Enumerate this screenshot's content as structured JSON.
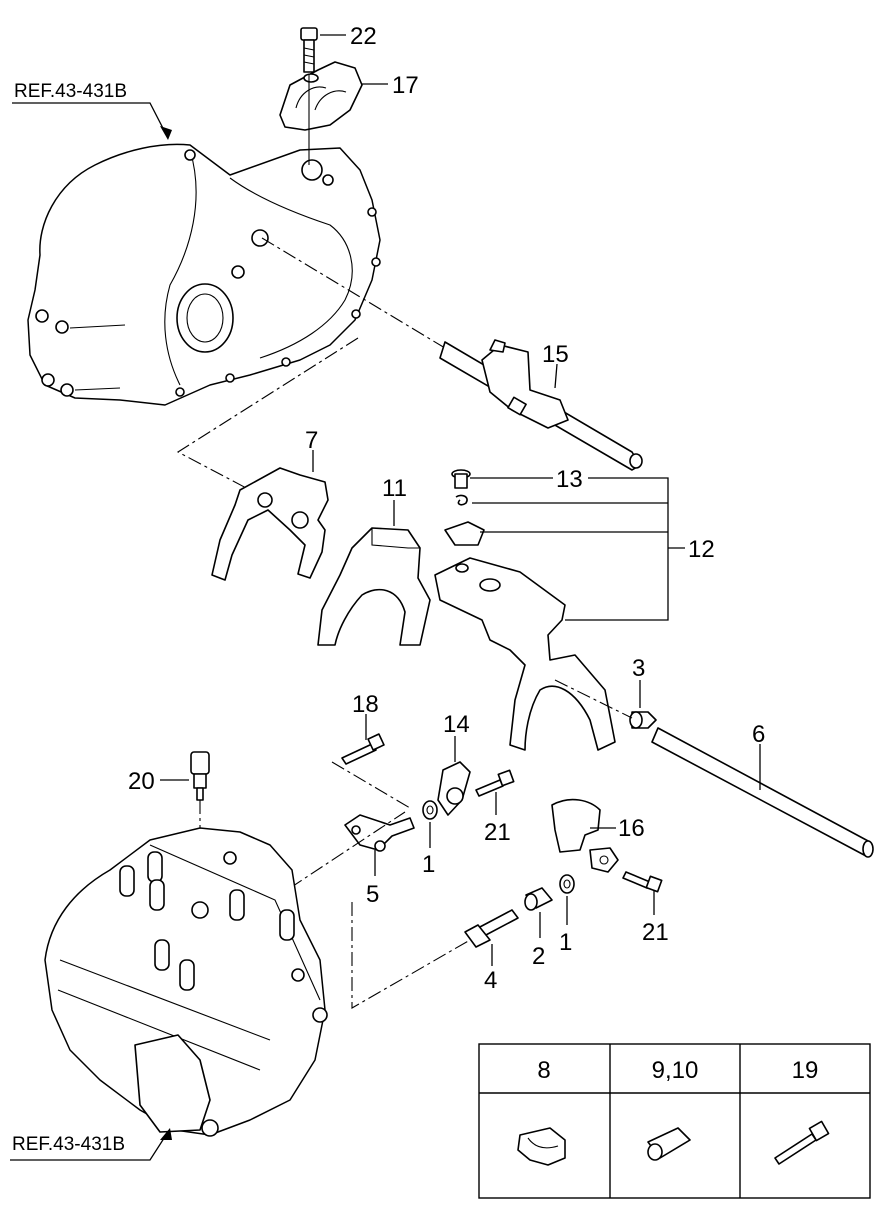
{
  "refs": {
    "top": "REF.43-431B",
    "bottom": "REF.43-431B"
  },
  "labels": {
    "p1a": "1",
    "p1b": "1",
    "p2": "2",
    "p3": "3",
    "p4": "4",
    "p5": "5",
    "p6": "6",
    "p7": "7",
    "p11": "11",
    "p12": "12",
    "p13": "13",
    "p14": "14",
    "p15": "15",
    "p16": "16",
    "p17": "17",
    "p18": "18",
    "p20": "20",
    "p21a": "21",
    "p21b": "21",
    "p22": "22"
  },
  "table": {
    "headers": [
      "8",
      "9,10",
      "19"
    ]
  }
}
